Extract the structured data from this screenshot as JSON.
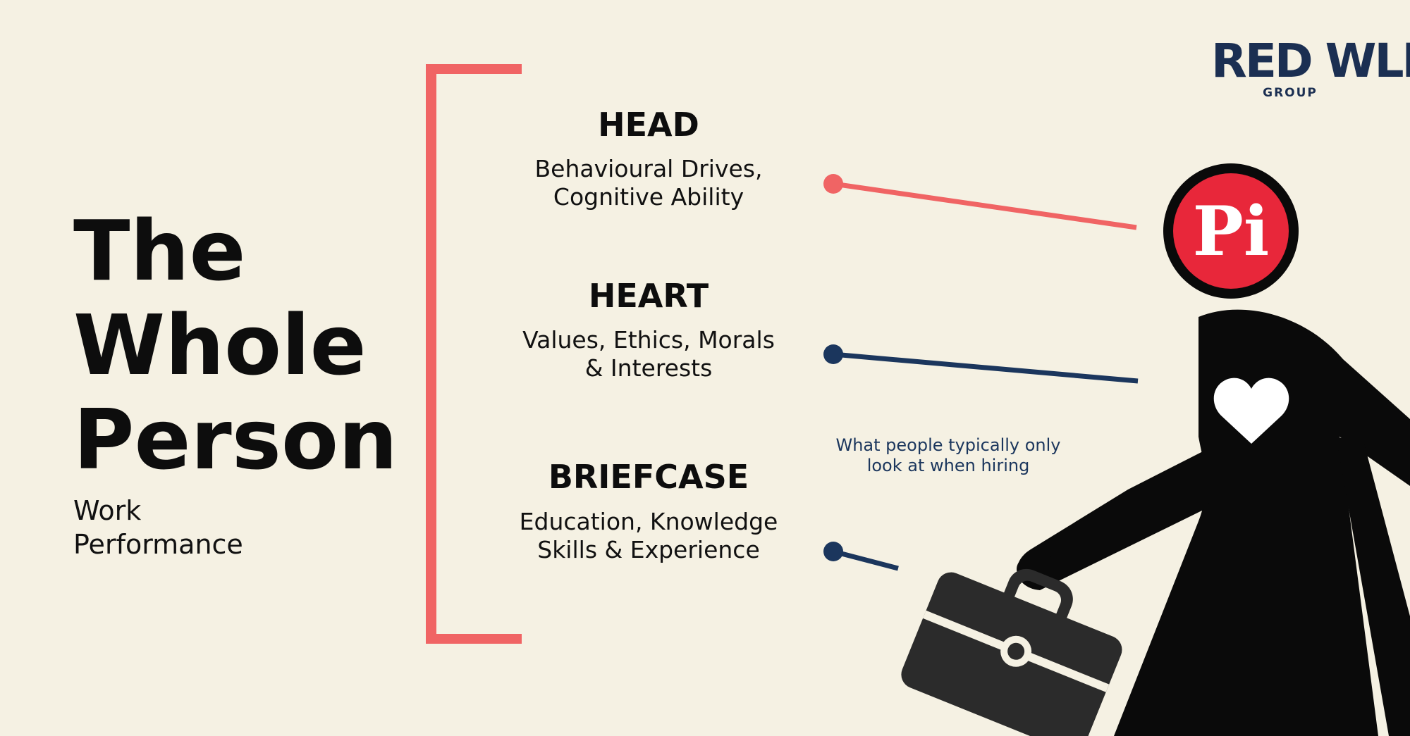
{
  "title": {
    "lines": [
      "The",
      "Whole",
      "Person"
    ],
    "subtitle_lines": [
      "Work",
      "Performance"
    ]
  },
  "sections": [
    {
      "heading": "HEAD",
      "lines": [
        "Behavioural Drives,",
        "Cognitive Ability"
      ]
    },
    {
      "heading": "HEART",
      "lines": [
        "Values, Ethics, Morals",
        "& Interests"
      ]
    },
    {
      "heading": "BRIEFCASE",
      "lines": [
        "Education, Knowledge",
        "Skills & Experience"
      ]
    }
  ],
  "annotation": {
    "lines": [
      "What people typically only",
      "look at when hiring"
    ]
  },
  "logo": {
    "word": "RED WLF",
    "sub": "GROUP"
  },
  "pi_badge": {
    "text": "Pi"
  },
  "colors": {
    "background": "#f5f1e3",
    "bracket": "#f06464",
    "head_connector": "#f06464",
    "navy_connector": "#1b365d",
    "figure": "#0a0a0a",
    "pi_red": "#e8273a",
    "briefcase": "#2b2b2b"
  },
  "icons": [
    "heart-icon",
    "briefcase-icon",
    "pi-badge-icon",
    "person-figure-icon"
  ]
}
